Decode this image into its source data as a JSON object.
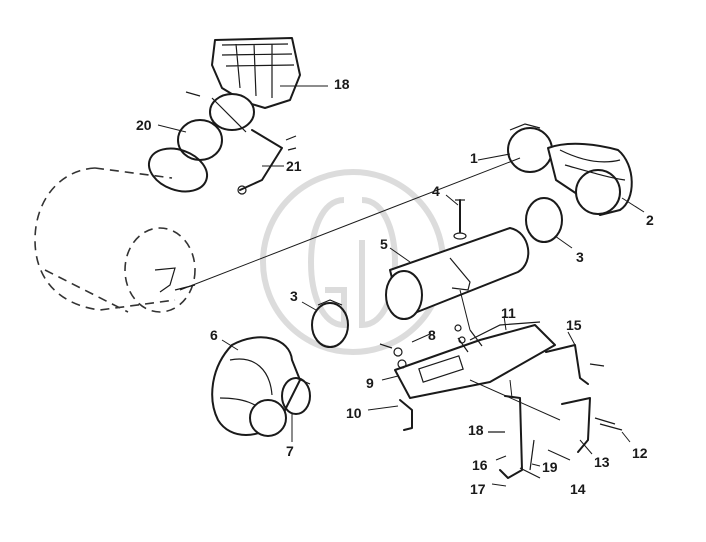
{
  "callouts": {
    "c1": "1",
    "c2": "2",
    "c3a": "3",
    "c3b": "3",
    "c4": "4",
    "c5": "5",
    "c6": "6",
    "c7": "7",
    "c8": "8",
    "c9": "9",
    "c10": "10",
    "c11": "11",
    "c12": "12",
    "c13": "13",
    "c14": "14",
    "c15": "15",
    "c16": "16",
    "c17": "17",
    "c18a": "18",
    "c18b": "18",
    "c19": "19",
    "c20": "20",
    "c21": "21"
  }
}
